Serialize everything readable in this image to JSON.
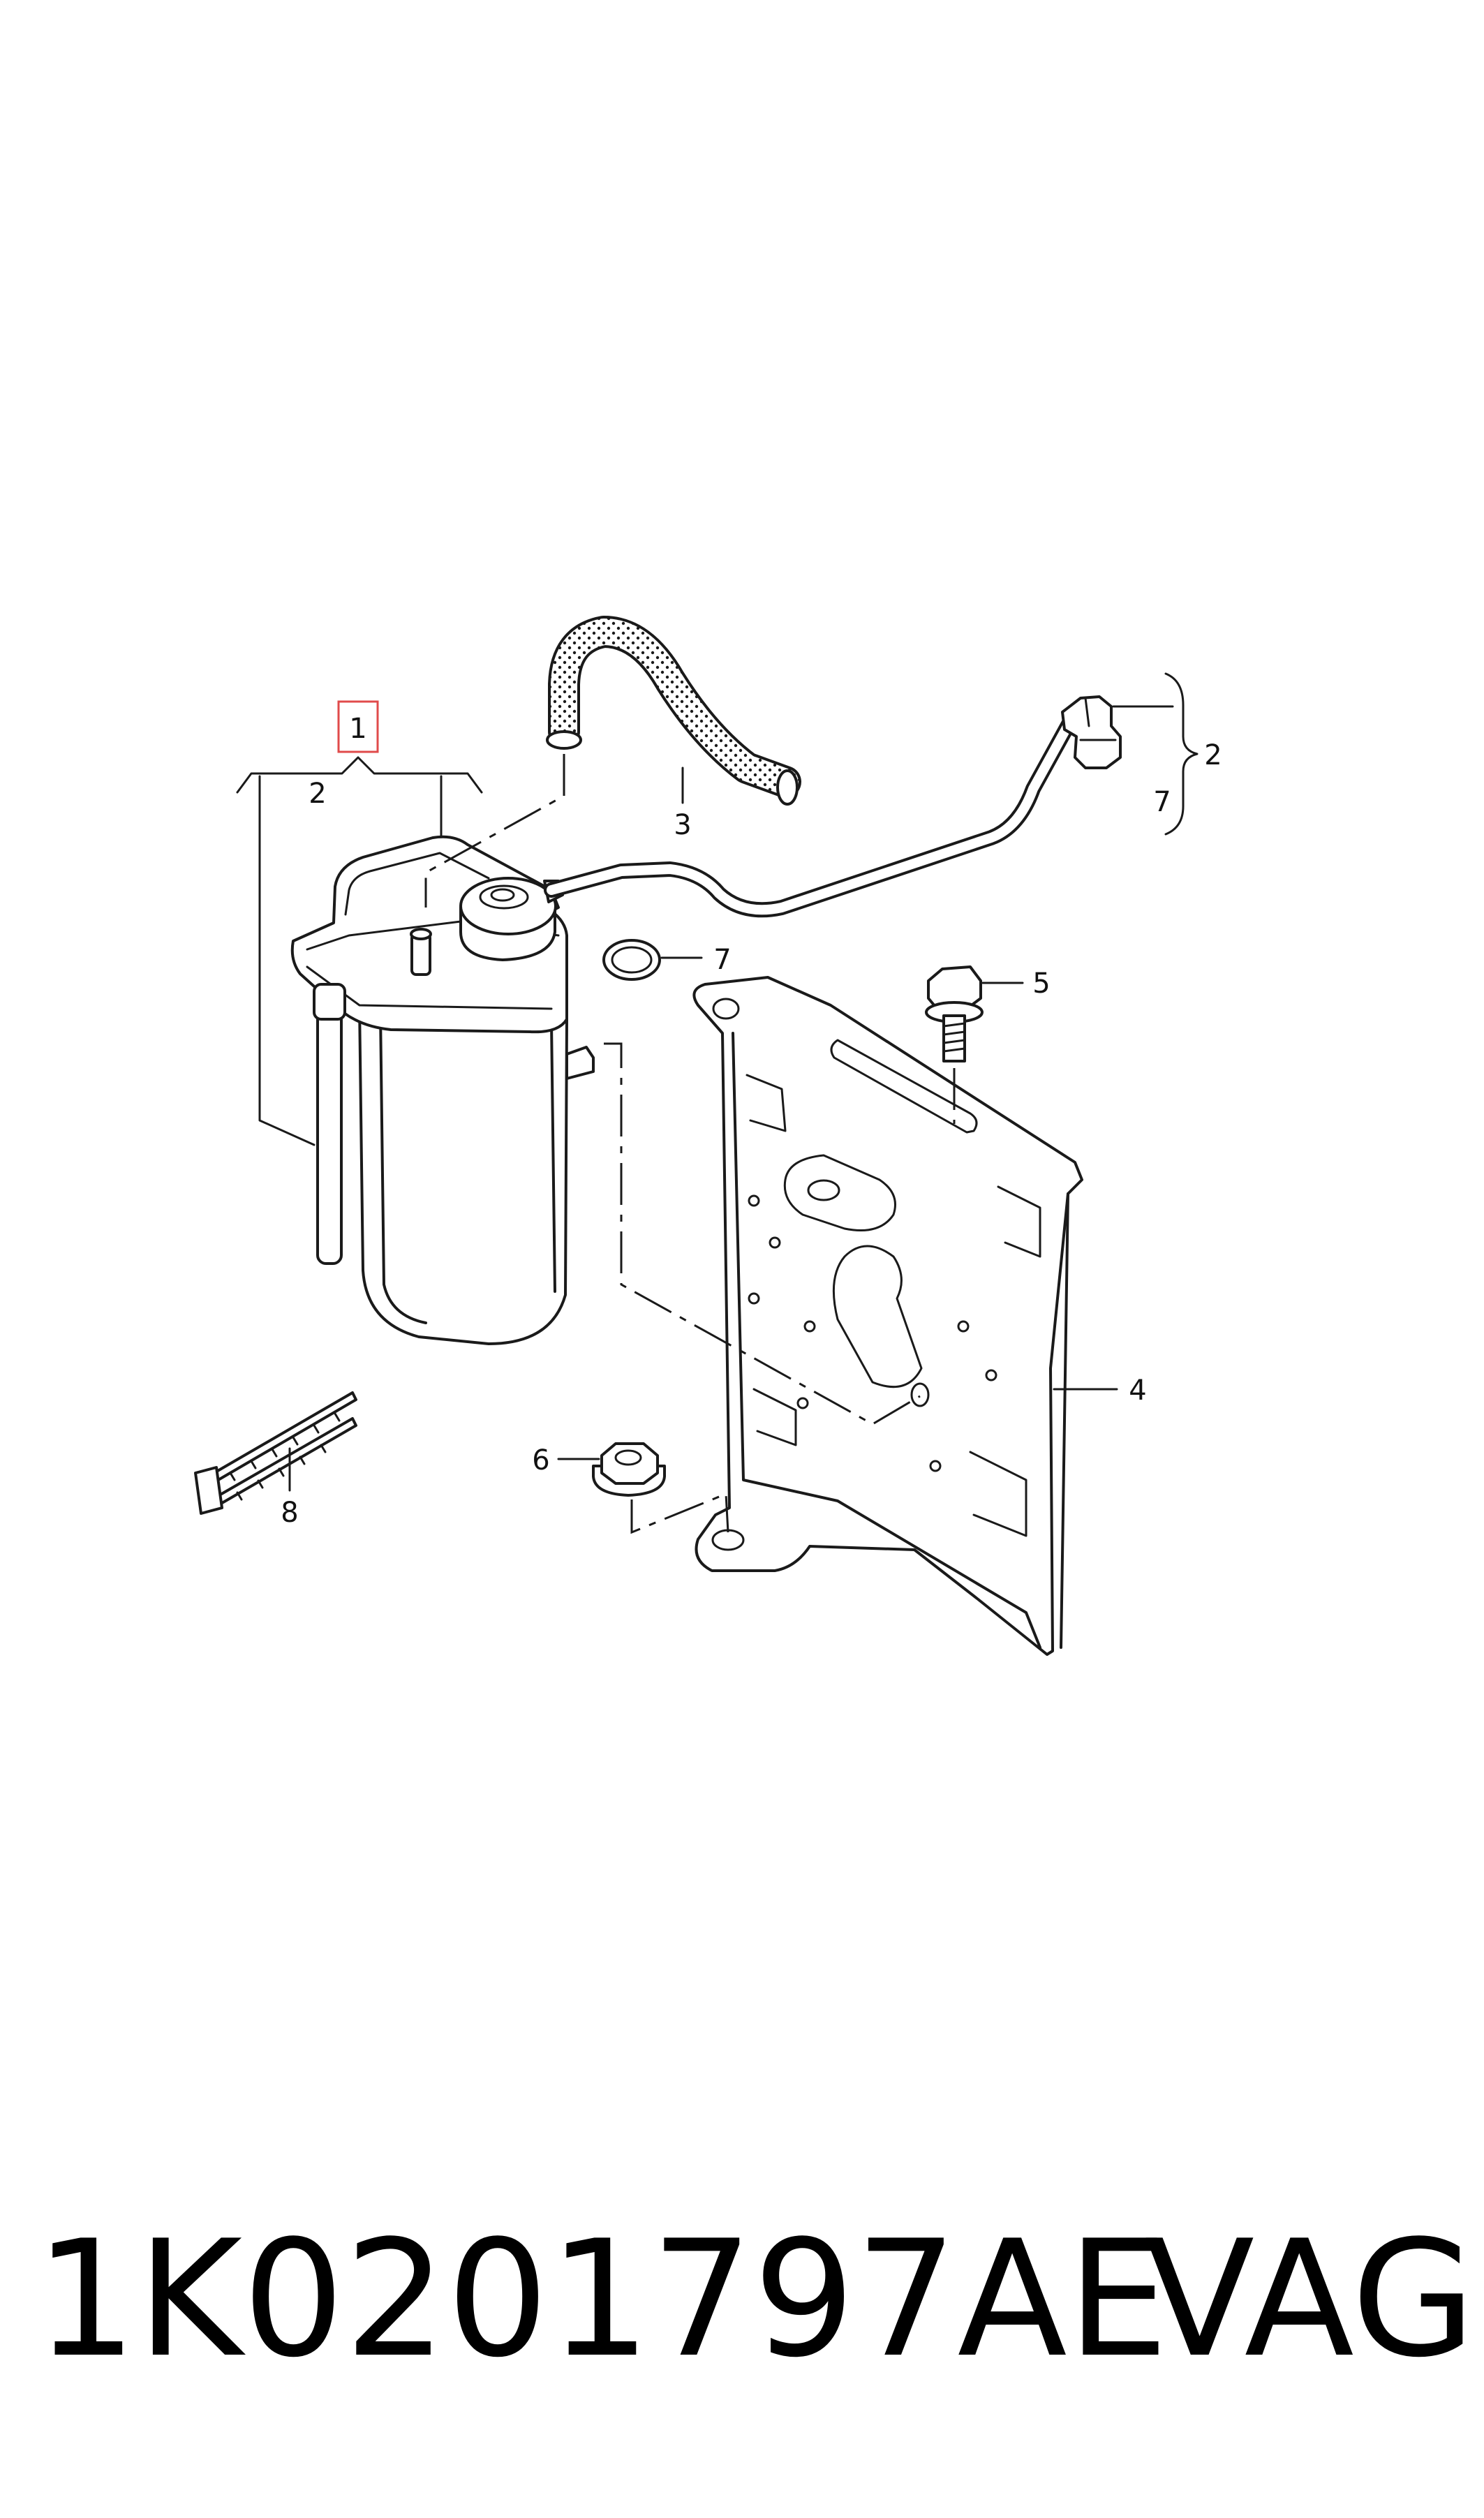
{
  "diagram": {
    "callouts": {
      "c1": "1",
      "c2_left": "2",
      "c3": "3",
      "c2_right": "2",
      "c7_right": "7",
      "c7_ring": "7",
      "c5": "5",
      "c4": "4",
      "c6": "6",
      "c8": "8"
    },
    "highlight_color": "#e04b4b",
    "line_color": "#1a1a1a"
  },
  "footer": {
    "part_number": "1K0201797AE",
    "brand": "VAG"
  }
}
